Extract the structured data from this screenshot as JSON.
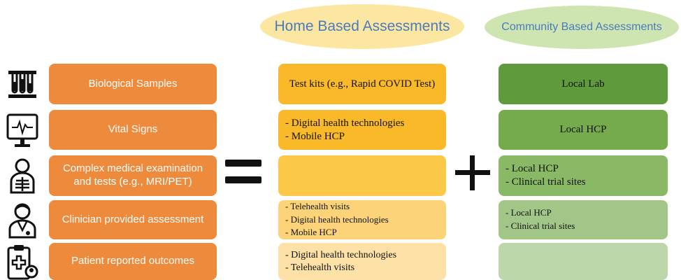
{
  "headers": {
    "home": "Home Based Assessments",
    "community": "Community Based Assessments"
  },
  "categories": [
    {
      "label": "Biological Samples",
      "icon": "test-tubes-icon"
    },
    {
      "label": "Vital Signs",
      "icon": "heart-monitor-icon"
    },
    {
      "label": "Complex medical examination and tests (e.g., MRI/PET)",
      "icon": "patient-xray-icon"
    },
    {
      "label": "Clinician provided assessment",
      "icon": "clinician-icon"
    },
    {
      "label": "Patient reported outcomes",
      "icon": "clipboard-medical-icon"
    }
  ],
  "home": [
    [
      "Test kits (e.g., Rapid COVID Test)"
    ],
    [
      "- Digital health technologies",
      "- Mobile HCP"
    ],
    [],
    [
      "- Telehealth visits",
      "- Digital health technologies",
      "- Mobile HCP"
    ],
    [
      "- Digital health technologies",
      "- Telehealth visits"
    ]
  ],
  "community": [
    [
      "Local Lab"
    ],
    [
      "Local HCP"
    ],
    [
      "- Local HCP",
      "- Clinical trial sites"
    ],
    [
      "- Local HCP",
      "- Clinical trial sites"
    ],
    []
  ],
  "operators": {
    "equals": "equals-sign",
    "plus": "plus-sign"
  },
  "colors": {
    "category": "#ee8a3c",
    "home": [
      "#f9b928",
      "#f9b928",
      "#fbc947",
      "#fcd379",
      "#fde1a6"
    ],
    "community": [
      "#5f9b3c",
      "#75aa4d",
      "#8ab966",
      "#a2c687",
      "#bdd7aa"
    ]
  }
}
